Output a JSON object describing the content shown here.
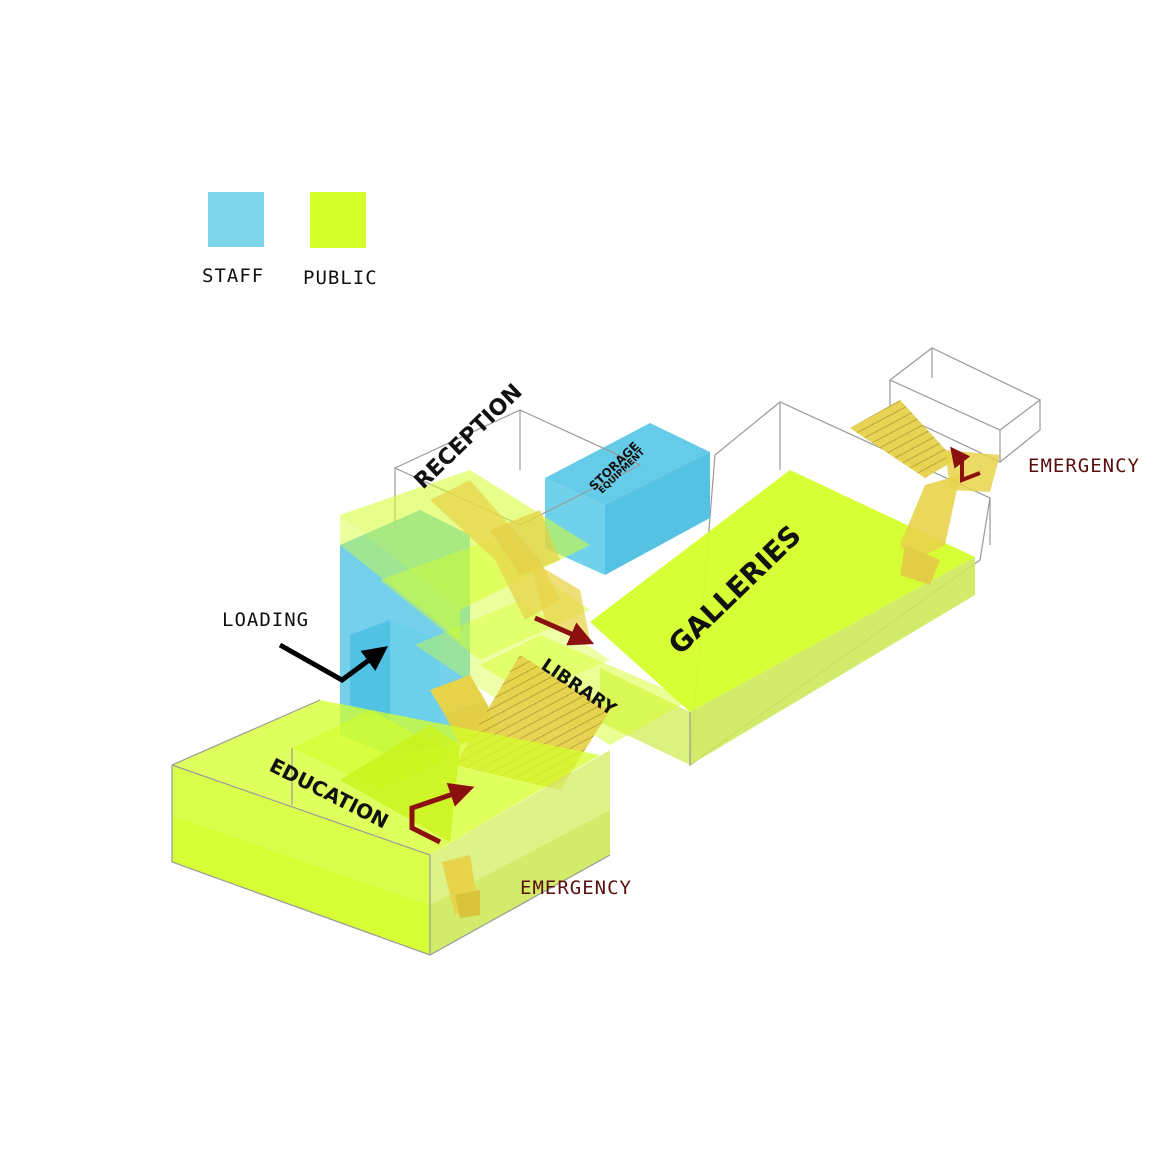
{
  "legend": {
    "items": [
      {
        "label": "STAFF",
        "color": "#7dd6ec"
      },
      {
        "label": "PUBLIC",
        "color": "#d4ff2a"
      }
    ]
  },
  "spaces": {
    "reception": "RECEPTION",
    "storage": "STORAGE",
    "equipment": "EQUIPMENT",
    "library": "LIBRARY",
    "galleries": "GALLERIES",
    "education": "EDUCATION"
  },
  "callouts": {
    "loading": "LOADING",
    "emergency_right": "EMERGENCY",
    "emergency_bottom": "EMERGENCY"
  },
  "colors": {
    "staff": "#5cc8e8",
    "public": "#d4ff2a",
    "stairs": "#e8d44a",
    "emergency_arrow": "#8b1010",
    "emergency_text": "#5a0f0f",
    "loading_arrow": "#000000"
  }
}
